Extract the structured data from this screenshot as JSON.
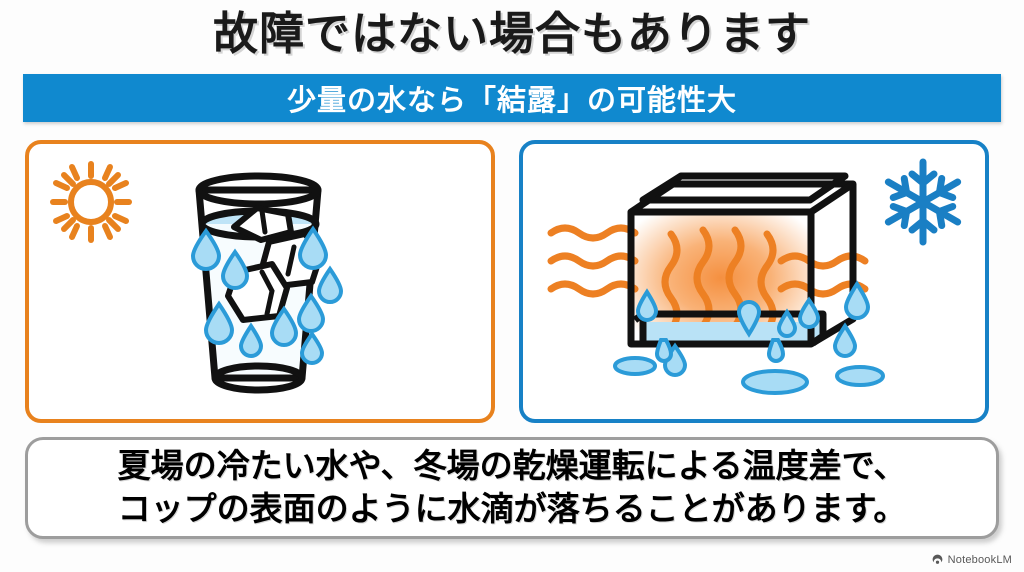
{
  "title": "故障ではない場合もあります",
  "subtitle": "少量の水なら「結露」の可能性大",
  "panels": {
    "left": {
      "name": "summer-cold-glass-panel",
      "border_color": "#e8821e",
      "icon": "sun-icon",
      "illustration": "glass-of-iced-water-with-condensation"
    },
    "right": {
      "name": "winter-dry-aircon-panel",
      "border_color": "#1781c6",
      "icon": "snowflake-icon",
      "illustration": "air-conditioner-unit-with-heat-waves-and-dripping-water"
    }
  },
  "caption": {
    "line1": "夏場の冷たい水や、冬場の乾燥運転による温度差で、",
    "line2": "コップの表面のように水滴が落ちることがあります。"
  },
  "watermark": {
    "label": "NotebookLM",
    "icon": "notebooklm-logo-icon"
  },
  "colors": {
    "accent_blue": "#1089cf",
    "accent_orange": "#e8821e",
    "panel_blue_border": "#1781c6",
    "droplet_fill": "#a8dcf5",
    "droplet_stroke": "#2b9bd8",
    "heat_orange": "#ed8023",
    "outline_black": "#111111",
    "caption_border_gray": "#9d9d9d",
    "background": "#fdfdfd"
  }
}
